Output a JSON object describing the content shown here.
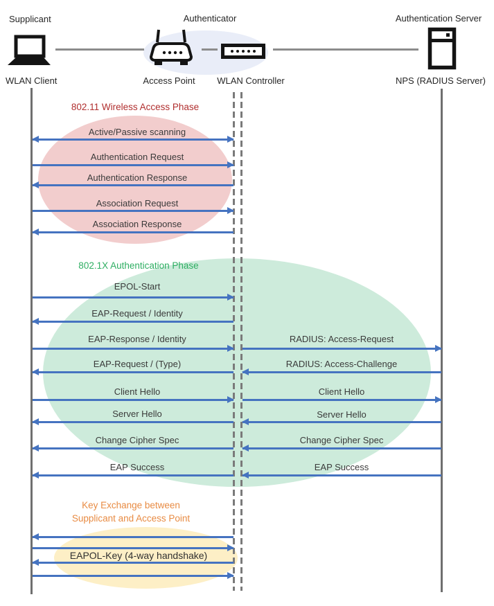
{
  "diagram": {
    "roles": {
      "supplicant": "Supplicant",
      "authenticator": "Authenticator",
      "auth_server": "Authentication Server"
    },
    "nodes": {
      "wlan_client": "WLAN Client",
      "access_point": "Access Point",
      "wlan_controller": "WLAN Controller",
      "nps": "NPS (RADIUS Server)"
    },
    "phases": {
      "p80211": {
        "title": "802.11 Wireless Access Phase",
        "color": "#b02e2e",
        "fill": "#f2cdcd"
      },
      "p8021x": {
        "title": "802.1X Authentication Phase",
        "color": "#2eae62",
        "fill": "#cdebdb"
      },
      "key_exchange": {
        "title_line1": "Key Exchange between",
        "title_line2": "Supplicant and Access Point",
        "color": "#e88b43",
        "fill": "#fdefc6"
      }
    },
    "messages": {
      "scanning": "Active/Passive scanning",
      "auth_request": "Authentication Request",
      "auth_response": "Authentication Response",
      "assoc_request": "Association Request",
      "assoc_response": "Association Response",
      "epol_start": "EPOL-Start",
      "eap_request_identity": "EAP-Request / Identity",
      "eap_response_identity": "EAP-Response / Identity",
      "radius_access_request": "RADIUS: Access-Request",
      "eap_request_type": "EAP-Request / (Type)",
      "radius_access_challenge": "RADIUS: Access-Challenge",
      "client_hello_left": "Client Hello",
      "client_hello_right": "Client Hello",
      "server_hello_left": "Server Hello",
      "server_hello_right": "Server Hello",
      "change_cipher_left": "Change Cipher Spec",
      "change_cipher_right": "Change Cipher Spec",
      "eap_success_left": "EAP Success",
      "eap_success_right": "EAP Success",
      "eapol_key": "EAPOL-Key (4-way handshake)"
    },
    "colors": {
      "arrow": "#4573c0",
      "lifeline": "#6f6f6f",
      "authenticator_group_fill": "#e9edf8"
    }
  }
}
